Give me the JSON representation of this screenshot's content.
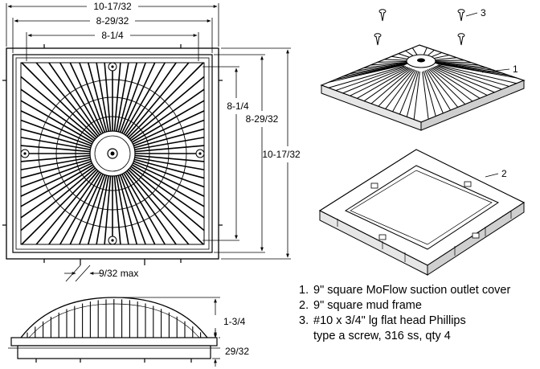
{
  "dimensions": {
    "overall_width": "10-17/32",
    "frame_width": "8-29/32",
    "grate_width": "8-1/4",
    "grate_height": "8-1/4",
    "frame_height": "8-29/32",
    "overall_height": "10-17/32",
    "tab_gap": "9/32 max",
    "dome_height": "1-3/4",
    "flange_height": "29/32"
  },
  "callouts": [
    "1",
    "2",
    "3"
  ],
  "legend": {
    "items": [
      {
        "num": "1.",
        "text": "9\" square MoFlow suction outlet cover"
      },
      {
        "num": "2.",
        "text": "9\" square mud frame"
      },
      {
        "num": "3.",
        "text": "#10 x 3/4\" lg flat head Phillips"
      }
    ],
    "continuation": "type a screw, 316 ss, qty 4"
  },
  "colors": {
    "line": "#000000",
    "fill": "#ffffff",
    "shade": "#d9d9d9"
  }
}
